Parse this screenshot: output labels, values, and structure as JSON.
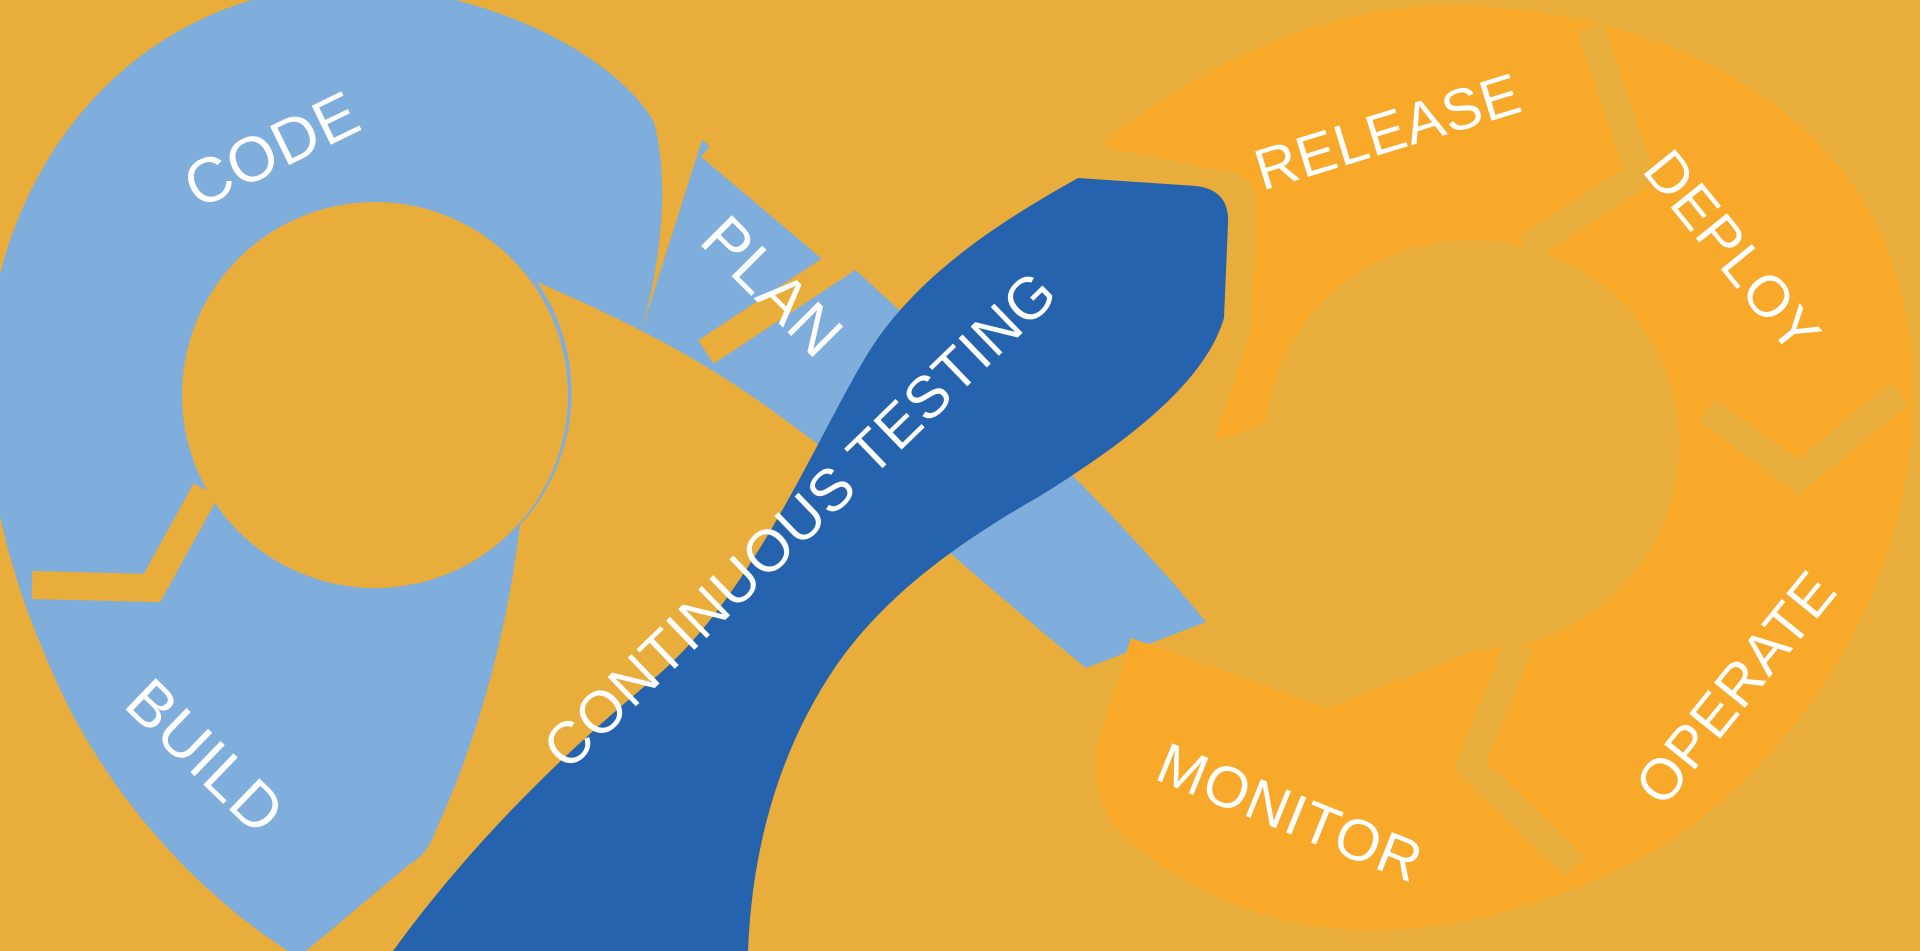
{
  "diagram": {
    "kind": "devops-infinity-loop",
    "banner": {
      "label": "CONTINUOUS TESTING"
    },
    "left_loop": {
      "stages": [
        {
          "label": "CODE"
        },
        {
          "label": "PLAN"
        },
        {
          "label": "BUILD"
        }
      ]
    },
    "right_loop": {
      "stages": [
        {
          "label": "RELEASE"
        },
        {
          "label": "DEPLOY"
        },
        {
          "label": "OPERATE"
        },
        {
          "label": "MONITOR"
        }
      ]
    }
  },
  "colors": {
    "background": "#E9AD3C",
    "left_loop": "#7FADDC",
    "right_loop": "#F8A92A",
    "banner": "#2663AE",
    "label_text": "#FFFFFF"
  }
}
